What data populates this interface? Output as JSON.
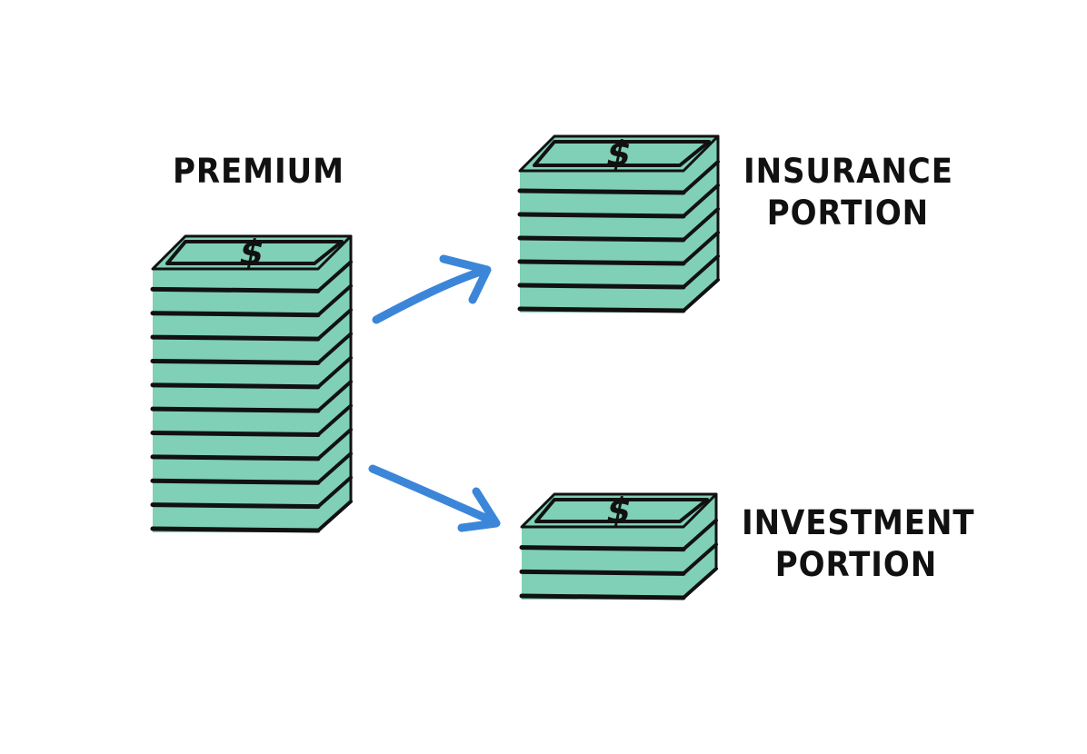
{
  "colors": {
    "bill_green": "#7fd0b6",
    "ink": "#111111",
    "arrow_blue": "#3b86d8",
    "background": "#ffffff"
  },
  "symbols": {
    "currency": "$"
  },
  "stacks": [
    {
      "id": "premium",
      "label_lines": [
        "PREMIUM"
      ],
      "layers": 11
    },
    {
      "id": "insurance",
      "label_lines": [
        "INSURANCE",
        "PORTION"
      ],
      "layers": 6
    },
    {
      "id": "investment",
      "label_lines": [
        "INVESTMENT",
        "PORTION"
      ],
      "layers": 3
    }
  ],
  "arrows": [
    {
      "from": "premium",
      "to": "insurance"
    },
    {
      "from": "premium",
      "to": "investment"
    }
  ]
}
